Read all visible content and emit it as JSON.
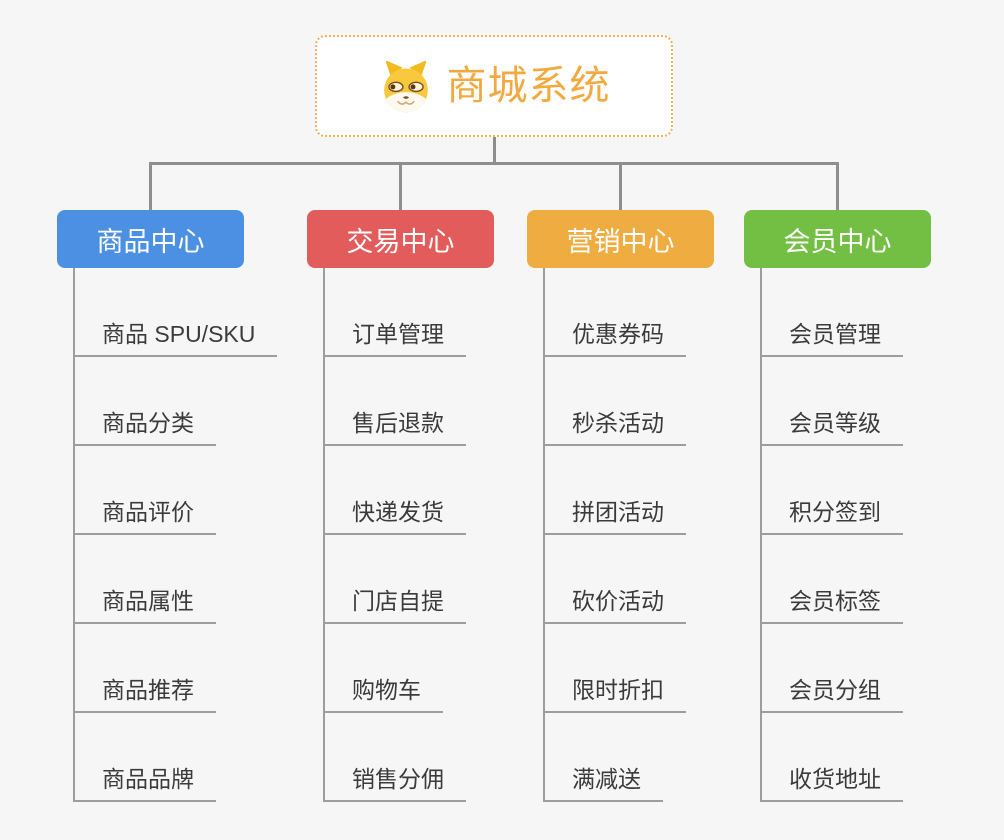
{
  "root": {
    "title": "商城系统",
    "icon": "dog-icon",
    "accent_color": "#f2a93f",
    "border_color": "#f0b158"
  },
  "connector_color": "#8e8e8e",
  "leaf_line_color": "#9d9d9d",
  "background_color": "#f6f6f6",
  "branches": [
    {
      "label": "商品中心",
      "color": "#4b90e2",
      "children": [
        "商品 SPU/SKU",
        "商品分类",
        "商品评价",
        "商品属性",
        "商品推荐",
        "商品品牌"
      ]
    },
    {
      "label": "交易中心",
      "color": "#e35c5c",
      "children": [
        "订单管理",
        "售后退款",
        "快递发货",
        "门店自提",
        "购物车",
        "销售分佣"
      ]
    },
    {
      "label": "营销中心",
      "color": "#efad41",
      "children": [
        "优惠券码",
        "秒杀活动",
        "拼团活动",
        "砍价活动",
        "限时折扣",
        "满减送"
      ]
    },
    {
      "label": "会员中心",
      "color": "#72bf44",
      "children": [
        "会员管理",
        "会员等级",
        "积分签到",
        "会员标签",
        "会员分组",
        "收货地址"
      ]
    }
  ]
}
